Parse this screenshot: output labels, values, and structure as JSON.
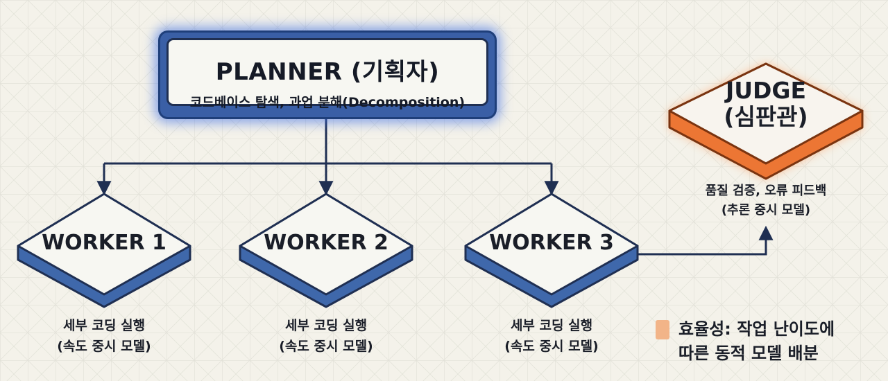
{
  "planner": {
    "title": "PLANNER (기획자)",
    "subtitle": "코드베이스 탐색, 과업 분해(Decomposition)"
  },
  "workers": [
    {
      "title": "WORKER 1",
      "desc_line1": "세부 코딩 실행",
      "desc_line2": "(속도 중시 모델)"
    },
    {
      "title": "WORKER 2",
      "desc_line1": "세부 코딩 실행",
      "desc_line2": "(속도 중시 모델)"
    },
    {
      "title": "WORKER 3",
      "desc_line1": "세부 코딩 실행",
      "desc_line2": "(속도 중시 모델)"
    }
  ],
  "judge": {
    "title_line1": "JUDGE",
    "title_line2": "(심판관)",
    "desc_line1": "품질 검증, 오류 피드백",
    "desc_line2": "(추론 중시 모델)"
  },
  "legend": {
    "line1": "효율성: 작업 난이도에",
    "line2": "따른 동적 모델 배분"
  },
  "colors": {
    "background": "#f4f2ea",
    "grid": "#dcdcd2",
    "planner_glow": "#3c6ee6",
    "worker_fill": "#4a74b8",
    "judge_fill": "#ee7a3a",
    "judge_glow": "#ff8a40",
    "line": "#1f2f52",
    "legend_swatch": "#f2b488"
  }
}
